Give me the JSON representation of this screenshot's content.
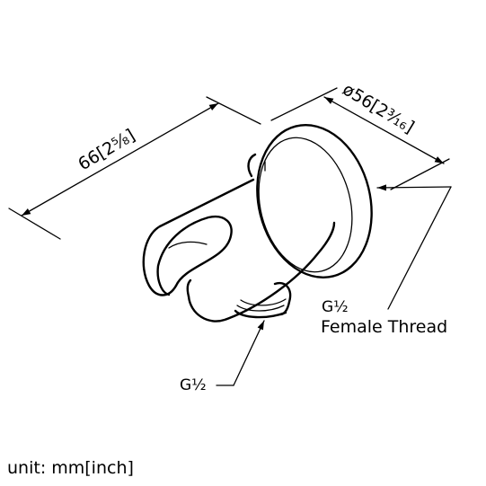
{
  "drawing": {
    "dim_length": "66[2⅝]",
    "dim_diameter": "ø56[2³⁄₁₆]",
    "thread_top_size": "G½",
    "thread_top_desc": "Female Thread",
    "thread_bottom_size": "G½",
    "unit_note": "unit: mm[inch]"
  }
}
